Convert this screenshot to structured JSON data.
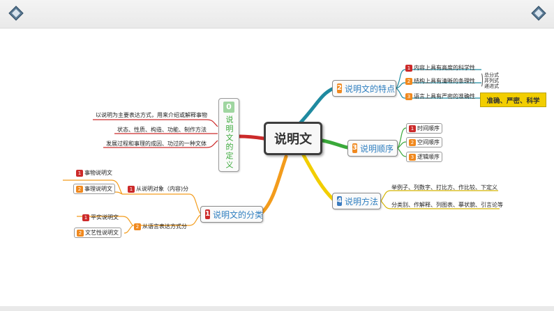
{
  "center": {
    "label": "说明文"
  },
  "definition": {
    "num": "0",
    "label": "说明文的定义",
    "items": [
      "以说明为主要表达方式，用来介绍或解释事物",
      "状态、性质、构造、功能、制作方法",
      "发展过程和事理的成因、功过的一种文体"
    ]
  },
  "features": {
    "num": "2",
    "label": "说明文的特点",
    "items": [
      {
        "num": "1",
        "text": "内容上具有高度的科学性"
      },
      {
        "num": "2",
        "text": "结构上具有清晰的条理性"
      },
      {
        "num": "3",
        "text": "语言上具有严密的准确性"
      }
    ],
    "structure": [
      "总分式",
      "并列式",
      "递进式"
    ],
    "language_tag": "准确、严密、科学"
  },
  "order": {
    "num": "3",
    "label": "说明顺序",
    "items": [
      {
        "num": "1",
        "text": "时间顺序"
      },
      {
        "num": "2",
        "text": "空间顺序"
      },
      {
        "num": "3",
        "text": "逻辑顺序"
      }
    ]
  },
  "methods": {
    "num": "4",
    "label": "说明方法",
    "items": [
      "举例子、列数字、打比方、作比较、下定义",
      "分类别、作解释、列图表、摹状貌、引言论等"
    ]
  },
  "classification": {
    "num": "1",
    "label": "说明文的分类",
    "groups": [
      {
        "num": "1",
        "label": "从说明对象（内容)分",
        "items": [
          {
            "num": "1",
            "text": "事物说明文"
          },
          {
            "num": "2",
            "text": "事理说明文"
          }
        ]
      },
      {
        "num": "2",
        "label": "从语言表达方式分",
        "items": [
          {
            "num": "1",
            "text": "平实说明文"
          },
          {
            "num": "2",
            "text": "文艺性说明文"
          }
        ]
      }
    ]
  },
  "colors": {
    "teal": "#1f8aa0",
    "green": "#3aa93a",
    "yellow": "#f2ce00",
    "orange": "#f39c1c",
    "red": "#cc2a2a",
    "badge_orange": "#f0891f",
    "badge_blue": "#3a7bbf"
  }
}
